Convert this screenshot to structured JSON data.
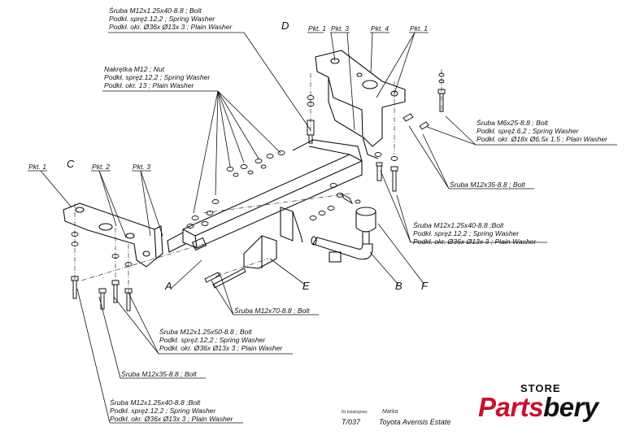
{
  "labels": {
    "bolt_d_top": [
      "Śruba M12x1.25x40-8.8 ;  Bolt",
      "Podkł. spręż.12,2 ;  Spring Washer",
      "Podkł. okr.  Ø36x Ø13x 3 ; Plain Washer"
    ],
    "nut_group": [
      "Nakrętka  M12 ; Nut",
      "Podkł. spręż.12,2 ; Spring Washer",
      "Podkł. okr. 13 ; Plain Washer"
    ],
    "bolt_m6": [
      "Śruba M6x25-8.8 ;  Bolt",
      "Podkł. spręż.6,2 ; Spring Washer",
      "Podkł. okr.  Ø18x Ø6,5x 1,5 ; Plain Washer"
    ],
    "bolt_m12x35_right": [
      "Śruba M12x35-8.8 ;  Bolt"
    ],
    "bolt_f": [
      "Śruba M12x1.25x40-8.8 ;Bolt",
      "Podkł. spręż.12,2 ; Spring Washer",
      "Podkł. okr.  Ø36x Ø13x 3 ; Plain Washer"
    ],
    "bolt_m12x70": [
      "Śruba M12x70-8.8 ;  Bolt"
    ],
    "bolt_m12x50": [
      "Śruba M12x1.25x50-8.8 ;  Bolt",
      "Podkł. spręż.12,2 ;  Spring Washer",
      "Podkł. okr.  Ø36x Ø13x 3 ; Plain Washer"
    ],
    "bolt_m12x35_left": [
      "Śruba M12x35-8.8 ;  Bolt"
    ],
    "bolt_bottom": [
      "Śruba M12x1.25x40-8.8 ;Bolt",
      "Podkł. spręż.12,2 ; Spring Washer",
      "Podkł. okr.  Ø36x Ø13x 3 ; Plain Washer"
    ]
  },
  "points": {
    "d_pkt1": "Pkt. 1",
    "d_pkt3": "Pkt. 3",
    "d_pkt4": "Pkt. 4",
    "d_pkt1b": "Pkt. 1",
    "c_pkt1": "Pkt. 1",
    "c_pkt2": "Pkt. 2",
    "c_pkt3": "Pkt. 3"
  },
  "parts": {
    "A": "A",
    "B": "B",
    "C": "C",
    "D": "D",
    "E": "E",
    "F": "F"
  },
  "catalog": {
    "nr_label": "Nr katalogowy",
    "nr_value": "T/037",
    "marka_label": "Marka",
    "marka_value": "Toyota Avensis Estate"
  },
  "logo": {
    "store": "STORE",
    "brand_a": "Parts",
    "brand_b": "bery",
    "brand_color": "#c8102e"
  }
}
